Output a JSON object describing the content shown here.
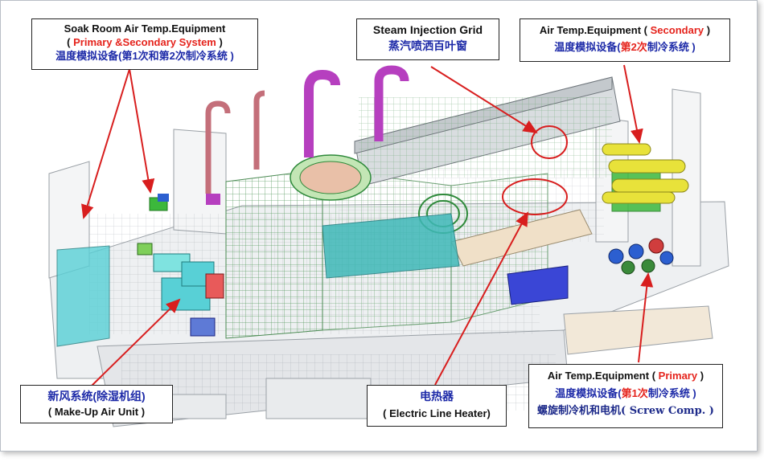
{
  "callouts": {
    "soak_room": {
      "title": "Soak Room Air Temp.Equipment",
      "subtitle_open": "(",
      "subtitle": "Primary &Secondary System",
      "subtitle_close": ")",
      "cn": "温度模拟设备(第1次和第2次制冷系统 )"
    },
    "steam_grid": {
      "title": "Steam Injection Grid",
      "cn": "蒸汽喷洒百叶窗"
    },
    "air_secondary": {
      "title": "Air Temp.Equipment",
      "paren_open": "(",
      "highlight": "Secondary",
      "paren_close": ")",
      "cn_prefix": "温度模拟设备(",
      "cn_highlight": "第2次",
      "cn_suffix": "制冷系统 )"
    },
    "makeup_air": {
      "cn": "新风系统(除湿机组)",
      "en": "( Make-Up Air Unit )"
    },
    "heater": {
      "cn": "电热器",
      "en": "( Electric Line Heater)"
    },
    "air_primary": {
      "title": "Air Temp.Equipment",
      "paren_open": "(",
      "highlight": "Primary",
      "paren_close": ")",
      "cn_prefix": "温度模拟设备(",
      "cn_highlight": "第1次",
      "cn_suffix": "制冷系统 )",
      "cn2": "螺旋制冷机和电机( Screw Comp. )"
    }
  },
  "colors": {
    "frame_border": "#b9bec6",
    "callout_red": "#e5231c",
    "callout_blue": "#1d2aa8",
    "arrow_red": "#d81e1e",
    "grid_green": "#7fb87a",
    "duct_teal": "#3fb8b8",
    "pipe_magenta": "#b63fbf",
    "pipe_pink": "#c46f7a",
    "yellow_unit": "#e8e23a",
    "blue_box": "#3a46d6",
    "cyan_box": "#58d0d6"
  }
}
